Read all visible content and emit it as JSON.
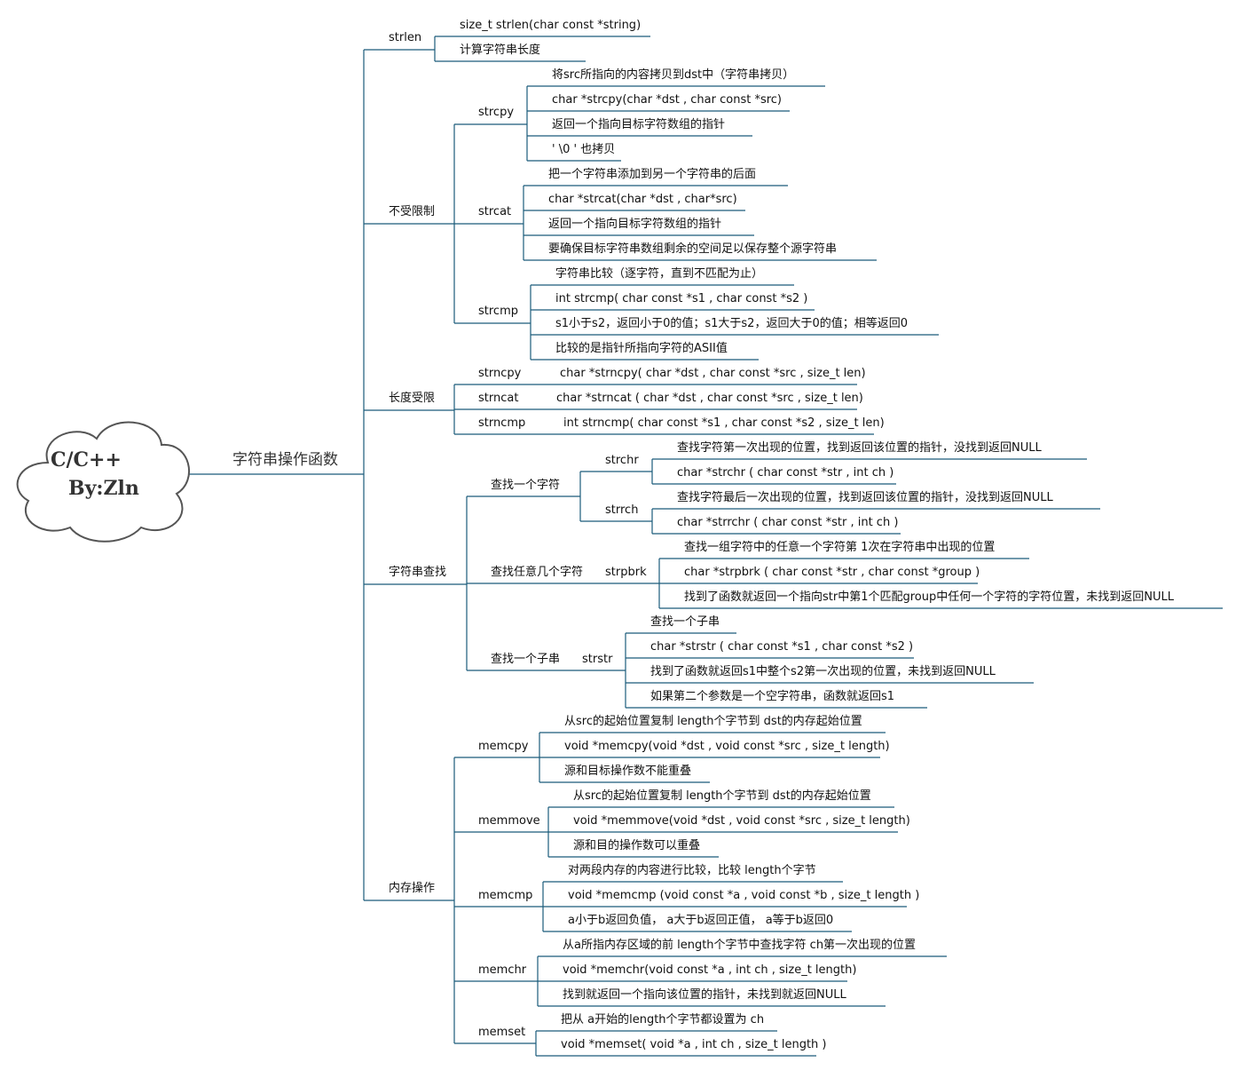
{
  "colors": {
    "line": "#1a5b7a",
    "cloud_stroke": "#555555",
    "text": "#111111"
  },
  "root": {
    "line1": "C/C++",
    "line2": "By:Zln"
  },
  "main_topic": "字符串操作函数",
  "nodes": [
    {
      "id": "strlen",
      "text": "strlen",
      "interactable": false
    },
    {
      "id": "strlen-sig",
      "text": "size_t  strlen(char  const  *string)",
      "interactable": false
    },
    {
      "id": "strlen-desc",
      "text": "计算字符串长度",
      "interactable": false
    },
    {
      "id": "unlimited",
      "text": "不受限制",
      "interactable": false
    },
    {
      "id": "strcpy",
      "text": "strcpy",
      "interactable": false
    },
    {
      "id": "strcpy-desc",
      "text": "将src所指向的内容拷贝到dst中（字符串拷贝）",
      "interactable": false
    },
    {
      "id": "strcpy-sig",
      "text": "char  *strcpy(char  *dst , char  const  *src)",
      "interactable": false
    },
    {
      "id": "strcpy-ret",
      "text": "返回一个指向目标字符数组的指针",
      "interactable": false
    },
    {
      "id": "strcpy-null",
      "text": "' \\0 ' 也拷贝",
      "interactable": false
    },
    {
      "id": "strcat",
      "text": "strcat",
      "interactable": false
    },
    {
      "id": "strcat-desc",
      "text": "把一个字符串添加到另一个字符串的后面",
      "interactable": false
    },
    {
      "id": "strcat-sig",
      "text": "char  *strcat(char  *dst , char*src)",
      "interactable": false
    },
    {
      "id": "strcat-ret",
      "text": "返回一个指向目标字符数组的指针",
      "interactable": false
    },
    {
      "id": "strcat-note",
      "text": "要确保目标字符串数组剩余的空间足以保存整个源字符串",
      "interactable": false
    },
    {
      "id": "strcmp",
      "text": "strcmp",
      "interactable": false
    },
    {
      "id": "strcmp-desc",
      "text": "字符串比较（逐字符，直到不匹配为止）",
      "interactable": false
    },
    {
      "id": "strcmp-sig",
      "text": "int  strcmp( char  const   *s1 , char  const  *s2 )",
      "interactable": false
    },
    {
      "id": "strcmp-ret",
      "text": "s1小于s2，返回小于0的值；s1大于s2，返回大于0的值；相等返回0",
      "interactable": false
    },
    {
      "id": "strcmp-note",
      "text": "比较的是指针所指向字符的ASII值",
      "interactable": false
    },
    {
      "id": "limited",
      "text": "长度受限",
      "interactable": false
    },
    {
      "id": "strncpy",
      "text": "strncpy",
      "interactable": false
    },
    {
      "id": "strncpy-sig",
      "text": "char  *strncpy( char *dst , char const *src , size_t len)",
      "interactable": false
    },
    {
      "id": "strncat",
      "text": "strncat",
      "interactable": false
    },
    {
      "id": "strncat-sig",
      "text": "char   *strncat ( char *dst , char const *src , size_t len)",
      "interactable": false
    },
    {
      "id": "strncmp",
      "text": "strncmp",
      "interactable": false
    },
    {
      "id": "strncmp-sig",
      "text": "int  strncmp( char const *s1 , char const *s2 , size_t len)",
      "interactable": false
    },
    {
      "id": "search",
      "text": "字符串查找",
      "interactable": false
    },
    {
      "id": "find-char",
      "text": "查找一个字符",
      "interactable": false
    },
    {
      "id": "strchr",
      "text": "strchr",
      "interactable": false
    },
    {
      "id": "strchr-desc",
      "text": "查找字符第一次出现的位置，找到返回该位置的指针，没找到返回NULL",
      "interactable": false
    },
    {
      "id": "strchr-sig",
      "text": "char  *strchr ( char  const  *str , int ch )",
      "interactable": false
    },
    {
      "id": "strrchr",
      "text": "strrch",
      "interactable": false
    },
    {
      "id": "strrchr-desc",
      "text": "查找字符最后一次出现的位置，找到返回该位置的指针，没找到返回NULL",
      "interactable": false
    },
    {
      "id": "strrchr-sig",
      "text": "char  *strrchr ( char  const  *str , int ch )",
      "interactable": false
    },
    {
      "id": "find-any",
      "text": "查找任意几个字符",
      "interactable": false
    },
    {
      "id": "strpbrk",
      "text": "strpbrk",
      "interactable": false
    },
    {
      "id": "strpbrk-desc",
      "text": "查找一组字符中的任意一个字符第 1次在字符串中出现的位置",
      "interactable": false
    },
    {
      "id": "strpbrk-sig",
      "text": "char  *strpbrk ( char const  *str , char const  *group )",
      "interactable": false
    },
    {
      "id": "strpbrk-ret",
      "text": "找到了函数就返回一个指向str中第1个匹配group中任何一个字符的字符位置，未找到返回NULL",
      "interactable": false
    },
    {
      "id": "find-sub",
      "text": "查找一个子串",
      "interactable": false
    },
    {
      "id": "strstr",
      "text": "strstr",
      "interactable": false
    },
    {
      "id": "strstr-desc",
      "text": "查找一个子串",
      "interactable": false
    },
    {
      "id": "strstr-sig",
      "text": "char  *strstr ( char const  *s1 , char const  *s2 )",
      "interactable": false
    },
    {
      "id": "strstr-ret",
      "text": "找到了函数就返回s1中整个s2第一次出现的位置，未找到返回NULL",
      "interactable": false
    },
    {
      "id": "strstr-empty",
      "text": "如果第二个参数是一个空字符串，函数就返回s1",
      "interactable": false
    },
    {
      "id": "memory",
      "text": "内存操作",
      "interactable": false
    },
    {
      "id": "memcpy",
      "text": "memcpy",
      "interactable": false
    },
    {
      "id": "memcpy-desc",
      "text": "从src的起始位置复制 length个字节到 dst的内存起始位置",
      "interactable": false
    },
    {
      "id": "memcpy-sig",
      "text": "void  *memcpy(void *dst , void const *src , size_t length)",
      "interactable": false
    },
    {
      "id": "memcpy-note",
      "text": "源和目标操作数不能重叠",
      "interactable": false
    },
    {
      "id": "memmove",
      "text": "memmove",
      "interactable": false
    },
    {
      "id": "memmove-desc",
      "text": "从src的起始位置复制 length个字节到 dst的内存起始位置",
      "interactable": false
    },
    {
      "id": "memmove-sig",
      "text": "void  *memmove(void *dst , void const *src , size_t length)",
      "interactable": false
    },
    {
      "id": "memmove-note",
      "text": "源和目的操作数可以重叠",
      "interactable": false
    },
    {
      "id": "memcmp",
      "text": "memcmp",
      "interactable": false
    },
    {
      "id": "memcmp-desc",
      "text": "对两段内存的内容进行比较，比较 length个字节",
      "interactable": false
    },
    {
      "id": "memcmp-sig",
      "text": "void  *memcmp (void  const  *a , void const *b , size_t length )",
      "interactable": false
    },
    {
      "id": "memcmp-ret",
      "text": "a小于b返回负值， a大于b返回正值， a等于b返回0",
      "interactable": false
    },
    {
      "id": "memchr",
      "text": "memchr",
      "interactable": false
    },
    {
      "id": "memchr-desc",
      "text": "从a所指内存区域的前 length个字节中查找字符 ch第一次出现的位置",
      "interactable": false
    },
    {
      "id": "memchr-sig",
      "text": "void  *memchr(void const *a , int ch , size_t length)",
      "interactable": false
    },
    {
      "id": "memchr-ret",
      "text": "找到就返回一个指向该位置的指针，未找到就返回NULL",
      "interactable": false
    },
    {
      "id": "memset",
      "text": "memset",
      "interactable": false
    },
    {
      "id": "memset-desc",
      "text": "把从 a开始的length个字节都设置为 ch",
      "interactable": false
    },
    {
      "id": "memset-sig",
      "text": "void  *memset( void *a , int ch , size_t length )",
      "interactable": false
    }
  ]
}
